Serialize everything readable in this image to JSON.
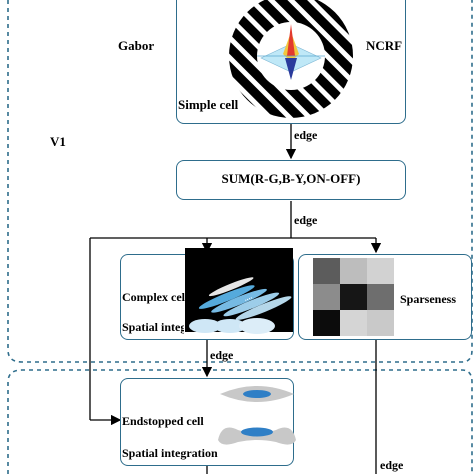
{
  "labels": {
    "gabor": "Gabor",
    "ncrf": "NCRF",
    "simple_cell": "Simple cell",
    "v1": "V1",
    "edge_1": "edge",
    "sum": "SUM(R-G,B-Y,ON-OFF)",
    "edge_2": "edge",
    "complex_cell": "Complex cell",
    "spatial_integration_1": "Spatial integration",
    "sparseness": "Sparseness",
    "edge_3": "edge",
    "endstopped_cell": "Endstopped cell",
    "spatial_integration_2": "Spatial integration",
    "edge_4": "edge"
  },
  "colors": {
    "box_border": "#2e6d8c",
    "dashed": "#2e6d8c",
    "blob_blue": "#2f7fc6",
    "blob_gray": "#c8c8c8"
  },
  "sparseness_grid": [
    [
      "#5c5c5c",
      "#bdbdbd",
      "#d2d2d2"
    ],
    [
      "#8c8c8c",
      "#161616",
      "#6e6e6e"
    ],
    [
      "#0c0c0c",
      "#d5d5d5",
      "#c9c9c9"
    ]
  ]
}
